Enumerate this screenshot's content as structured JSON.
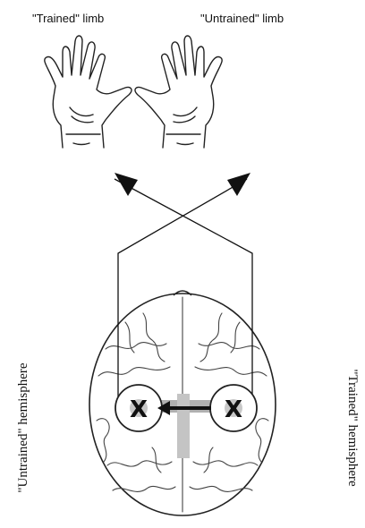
{
  "labels": {
    "trained_limb": "\"Trained\" limb",
    "untrained_limb": "\"Untrained\" limb",
    "untrained_hemisphere": "\"Untrained\" hemisphere",
    "trained_hemisphere": "\"Trained\" hemisphere"
  },
  "markers": {
    "left_x": "X",
    "right_x": "X"
  },
  "colors": {
    "lines": "#111111",
    "shadow_arrow": "#b0b0b0",
    "circle_fill": "#ffffff"
  },
  "icons": {
    "left_hand": "left-hand-icon",
    "right_hand": "right-hand-icon",
    "brain": "brain-top-view-icon"
  }
}
